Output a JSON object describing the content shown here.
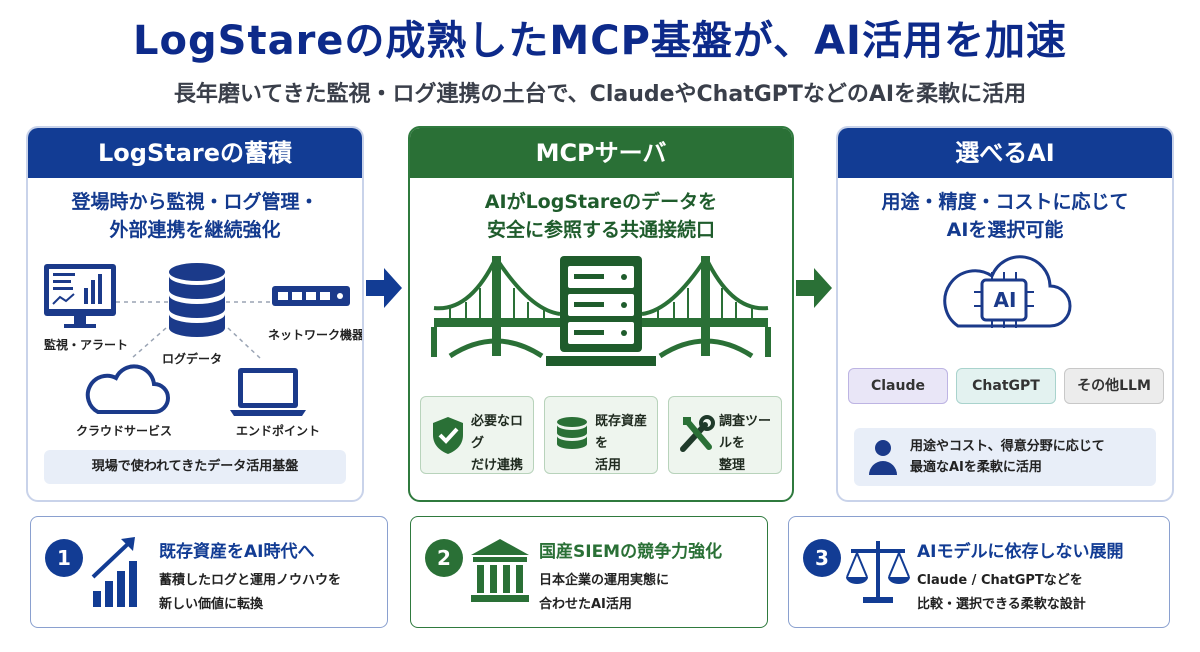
{
  "title": "LogStareの成熟したMCP基盤が、AI活用を加速",
  "subtitle": "長年磨いてきた監視・ログ連携の土台で、ClaudeやChatGPTなどのAIを柔軟に活用",
  "colors": {
    "blue": "#123c94",
    "green": "#2a7036",
    "arrow_blue": "#123c94",
    "arrow_green": "#2a7036"
  },
  "left_panel": {
    "header": "LogStareの蓄積",
    "desc_line1": "登場時から監視・ログ管理・",
    "desc_line2": "外部連携を継続強化",
    "nodes": {
      "monitor": "監視・アラート",
      "logdata": "ログデータ",
      "network": "ネットワーク機器",
      "cloud": "クラウドサービス",
      "endpoint": "エンドポイント"
    },
    "base": "現場で使われてきたデータ活用基盤"
  },
  "center_panel": {
    "header": "MCPサーバ",
    "desc_line1": "AIがLogStareのデータを",
    "desc_line2": "安全に参照する共通接続口",
    "features": [
      {
        "icon": "shield-check-icon",
        "line1": "必要なログ",
        "line2": "だけ連携"
      },
      {
        "icon": "database-icon",
        "line1": "既存資産を",
        "line2": "活用"
      },
      {
        "icon": "tools-icon",
        "line1": "調査ツールを",
        "line2": "整理"
      }
    ]
  },
  "right_panel": {
    "header": "選べるAI",
    "desc_line1": "用途・精度・コストに応じて",
    "desc_line2": "AIを選択可能",
    "ai_chip_label": "AI",
    "pills": [
      "Claude",
      "ChatGPT",
      "その他LLM"
    ],
    "use_line1": "用途やコスト、得意分野に応じて",
    "use_line2": "最適なAIを柔軟に活用"
  },
  "bottom_cards": [
    {
      "number": "1",
      "title": "既存資産をAI時代へ",
      "line1": "蓄積したログと運用ノウハウを",
      "line2": "新しい価値に転換",
      "icon": "growth-chart-icon"
    },
    {
      "number": "2",
      "title": "国産SIEMの競争力強化",
      "line1": "日本企業の運用実態に",
      "line2": "合わせたAI活用",
      "icon": "institution-icon"
    },
    {
      "number": "3",
      "title": "AIモデルに依存しない展開",
      "line1": "Claude / ChatGPTなどを",
      "line2": "比較・選択できる柔軟な設計",
      "icon": "scale-icon"
    }
  ]
}
